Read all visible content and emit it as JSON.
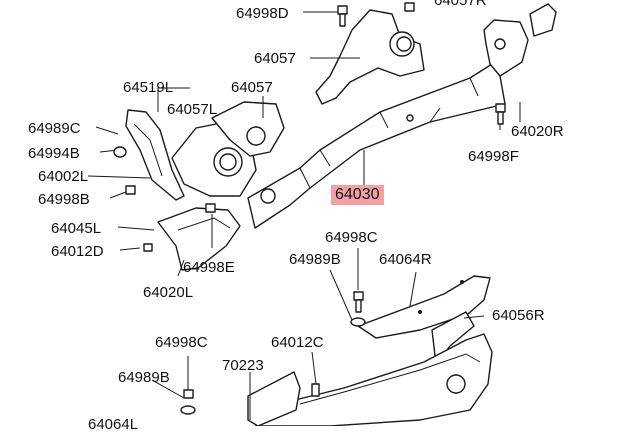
{
  "labels": {
    "l_64998D": "64998D",
    "l_64057R_top": "64057R",
    "l_64057_top": "64057",
    "l_64519L": "64519L",
    "l_64057_mid": "64057",
    "l_64057L": "64057L",
    "l_64989C": "64989C",
    "l_64994B": "64994B",
    "l_64002L": "64002L",
    "l_64998B": "64998B",
    "l_64045L": "64045L",
    "l_64012D": "64012D",
    "l_64998E": "64998E",
    "l_64020L": "64020L",
    "l_64030": "64030",
    "l_64020R": "64020R",
    "l_64998F": "64998F",
    "l_64998C_a": "64998C",
    "l_64989B_a": "64989B",
    "l_64064R": "64064R",
    "l_64056R": "64056R",
    "l_64998C_b": "64998C",
    "l_64012C": "64012C",
    "l_70223": "70223",
    "l_64989B_b": "64989B",
    "l_64064L": "64064L"
  },
  "highlight_color": "#f2a0a4"
}
